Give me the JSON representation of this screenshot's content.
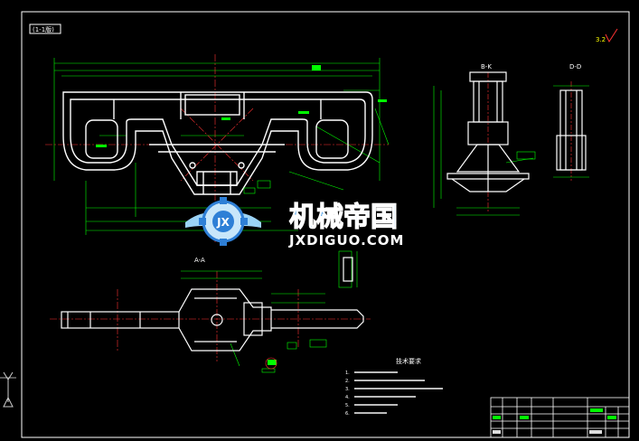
{
  "drawing": {
    "tag": "(1-1版)",
    "roughness": "3.2",
    "views": {
      "section_a": "A-A",
      "section_b": "B-K",
      "section_d": "D-D"
    },
    "notes_title": "技术要求",
    "notes": [
      "1.",
      "2.",
      "3.",
      "4.",
      "5.",
      "6."
    ],
    "title_block": {
      "name": "",
      "scale": ""
    }
  },
  "watermark": {
    "cn": "机械帝国",
    "en": "JXDIGUO.COM",
    "badge": "JX"
  },
  "colors": {
    "background": "#000000",
    "outline": "#ffffff",
    "dimension": "#00ff00",
    "centerline": "#ff3333",
    "frame": "#ffffff",
    "watermark_blue": "#2e7fd6"
  }
}
